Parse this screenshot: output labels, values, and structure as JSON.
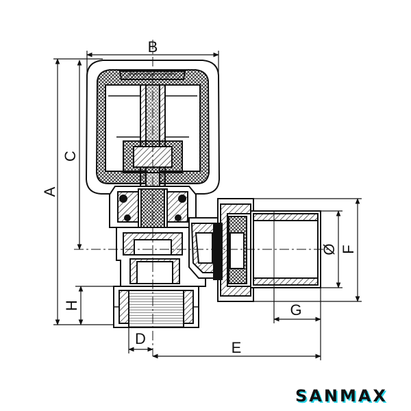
{
  "dimensions": {
    "a": "A",
    "b": "B",
    "c": "C",
    "d": "D",
    "e": "E",
    "f": "F",
    "g": "G",
    "h": "H",
    "diameter": "Ø"
  },
  "brand": {
    "name": "SANMAX",
    "color": "#27d3e6"
  },
  "colors": {
    "line": "#111111",
    "background": "#ffffff"
  }
}
